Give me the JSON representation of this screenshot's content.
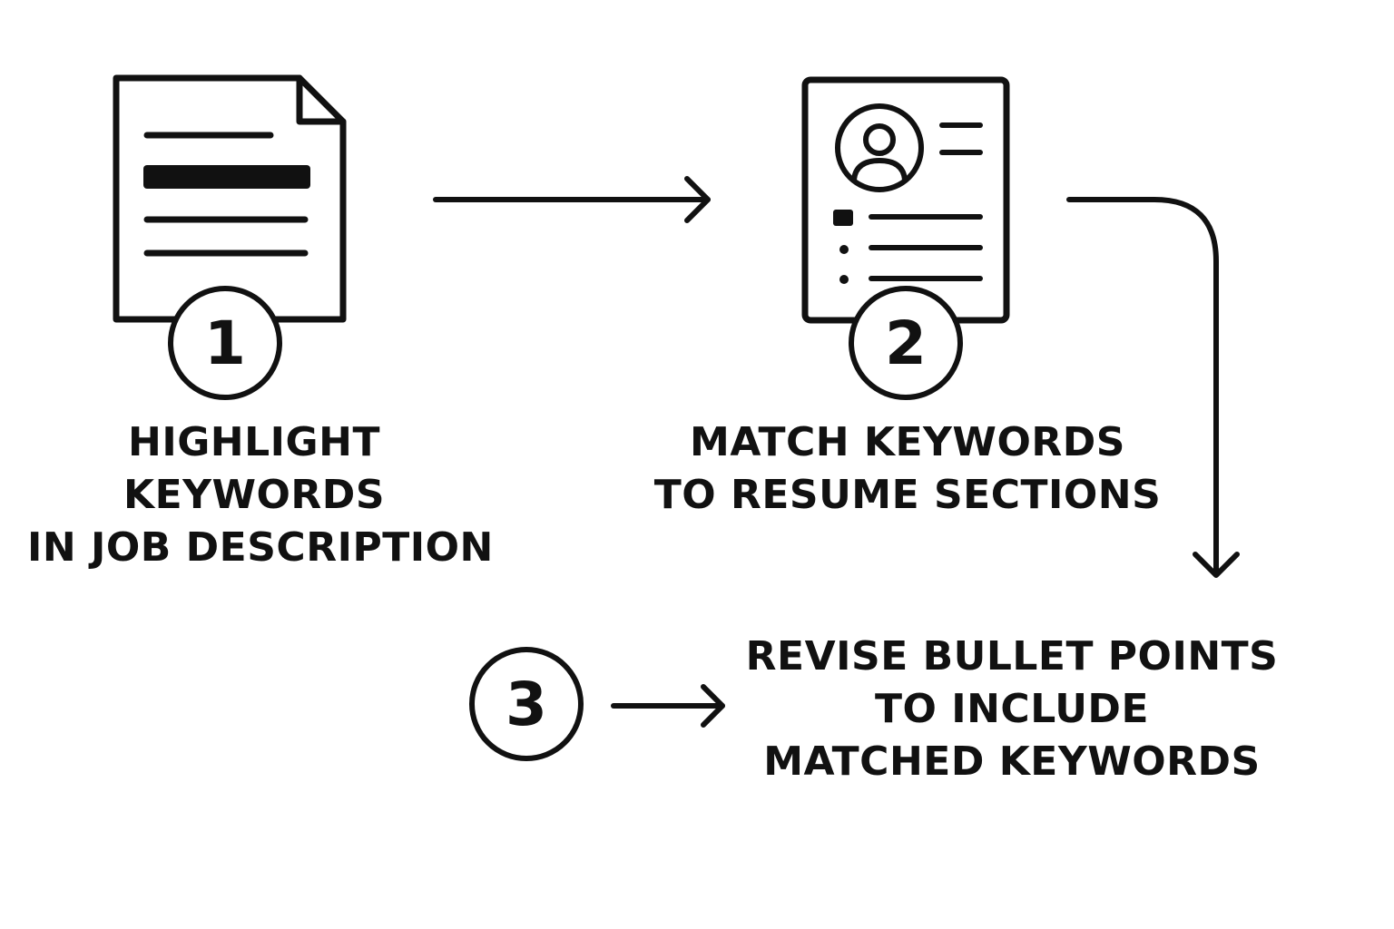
{
  "steps": [
    {
      "number": "1",
      "icon": "document-icon",
      "lines": [
        "HIGHLIGHT",
        "KEYWORDS",
        "IN JOB DESCRIPTION"
      ]
    },
    {
      "number": "2",
      "icon": "resume-icon",
      "lines": [
        "MATCH KEYWORDS",
        "TO RESUME SECTIONS"
      ]
    },
    {
      "number": "3",
      "icon": null,
      "lines": [
        "REVISE BULLET POINTS",
        "TO INCLUDE",
        "MATCHED KEYWORDS"
      ]
    }
  ],
  "colors": {
    "ink": "#111111",
    "background": "#ffffff"
  }
}
